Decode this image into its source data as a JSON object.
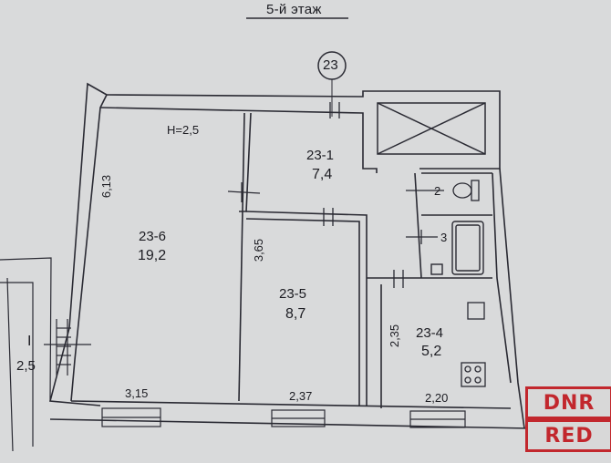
{
  "title": "5-й этаж",
  "apartment_number": "23",
  "ceiling_height": "H=2,5",
  "rooms": [
    {
      "id": "23-1",
      "area": "7,4"
    },
    {
      "id": "23-6",
      "area": "19,2"
    },
    {
      "id": "23-5",
      "area": "8,7"
    },
    {
      "id": "23-4",
      "area": "5,2"
    }
  ],
  "small_rooms": [
    "2",
    "3"
  ],
  "dimensions": {
    "room6_height": "6,13",
    "room5_height": "3,65",
    "room4_height": "2,35",
    "room6_width": "3,15",
    "room5_width": "2,37",
    "room4_width": "2,20"
  },
  "stair_label": {
    "numeral": "I",
    "value": "2,5"
  },
  "watermark": {
    "line1": "DNR",
    "line2": "RED"
  },
  "colors": {
    "paper": "#d9dadb",
    "line": "#2a2a33",
    "watermark": "#c2272d"
  }
}
